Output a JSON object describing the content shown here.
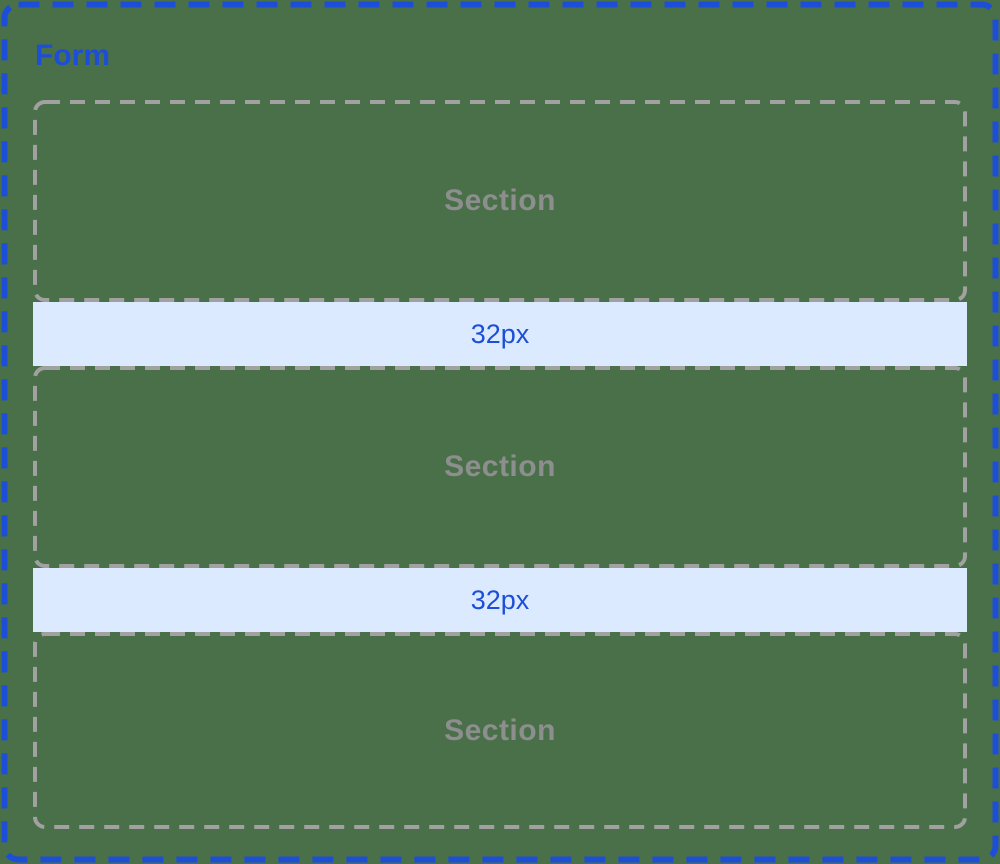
{
  "diagram": {
    "title": "Form",
    "sections": [
      {
        "label": "Section"
      },
      {
        "label": "Section"
      },
      {
        "label": "Section"
      }
    ],
    "spacers": [
      {
        "label": "32px"
      },
      {
        "label": "32px"
      }
    ],
    "colors": {
      "canvas_background": "#4a7049",
      "accent_blue": "#1d4ed8",
      "spacer_fill": "#dbeafe",
      "outline_gray": "#a1a1a1",
      "section_label_gray": "#8d8f8e"
    }
  }
}
